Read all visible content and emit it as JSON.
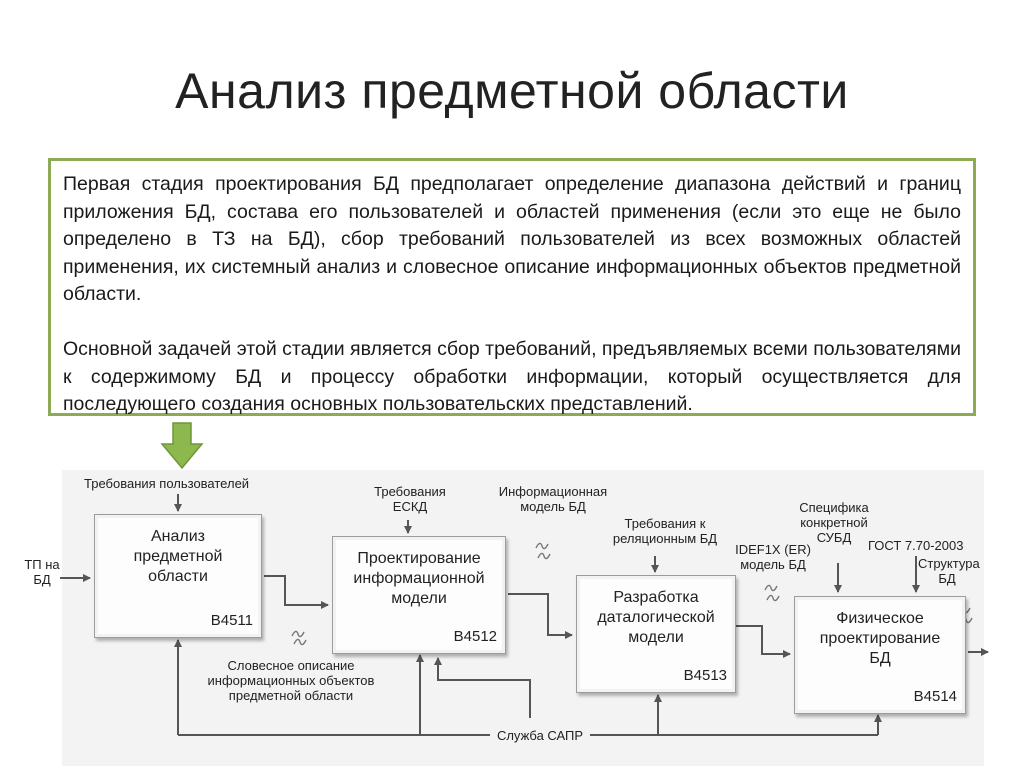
{
  "title": "Анализ предметной области",
  "text": {
    "paragraph1": "Первая стадия проектирования БД предполагает определение диапазона действий и границ приложения БД, состава его пользователей и областей применения (если это еще не было определено в ТЗ на БД), сбор требований пользователей из всех возможных областей применения, их системный анализ и словесное описание информационных объектов предметной области.",
    "paragraph2": "Основной задачей этой стадии является сбор требований, предъявляемых всеми пользователями к содержимому БД и процессу обработки информации, который осуществляется для последующего создания основных пользовательских представлений."
  },
  "colors": {
    "accent": "#8dab55",
    "arrow_fill": "#8cb84e",
    "line": "#555555"
  },
  "diagram": {
    "boxes": [
      {
        "name": "Анализ предметной области",
        "code": "В4511"
      },
      {
        "name": "Проектирование информационной модели",
        "code": "В4512"
      },
      {
        "name": "Разработка даталогической модели",
        "code": "В4513"
      },
      {
        "name": "Физическое проектирование БД",
        "code": "В4514"
      }
    ],
    "labels": {
      "user_requirements": "Требования пользователей",
      "tp_bd": "ТП на БД",
      "eskd_requirements": "Требования ЕСКД",
      "info_model_bd": "Информационная модель БД",
      "relational_requirements": "Требования к реляционным БД",
      "idef1x_model": "IDEF1X (ER) модель БД",
      "dbms_specifics": "Специфика конкретной СУБД",
      "gost": "ГОСТ 7.70-2003",
      "db_structure": "Структура БД",
      "verbal_description": "Словесное описание информационных объектов предметной области",
      "cad_service": "Служба САПР"
    }
  }
}
